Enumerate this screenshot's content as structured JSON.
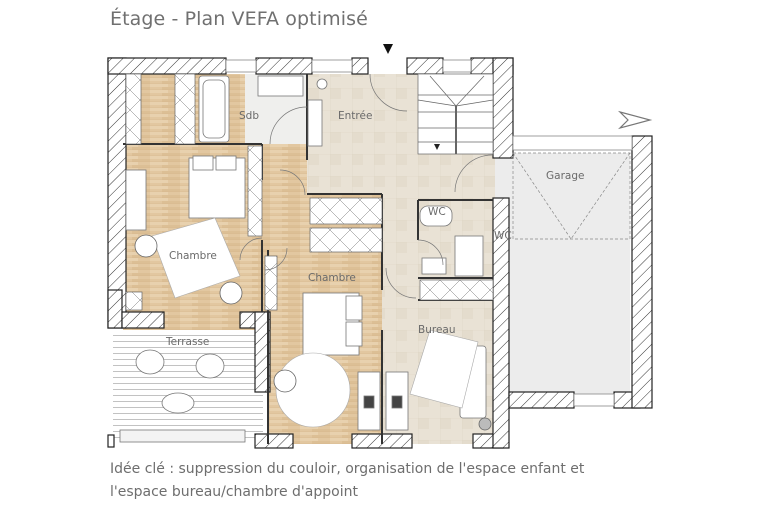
{
  "title": "Étage - Plan VEFA optimisé",
  "caption": {
    "line1": "Idée clé : suppression du couloir, organisation de l'espace enfant et",
    "line2": "l'espace bureau/chambre d'appoint"
  },
  "rooms": {
    "sdb": "Sdb",
    "entree": "Entrée",
    "garage": "Garage",
    "chambre1": "Chambre",
    "chambre2": "Chambre",
    "wc1": "WC",
    "wc2": "WC",
    "bureau": "Bureau",
    "terrasse": "Terrasse"
  },
  "icons": {
    "entrance_marker": "down-triangle",
    "north_arrow": "arrow-right"
  },
  "colors": {
    "wood_floor": "#e3c9a4",
    "tile_floor": "#e8e1d4",
    "bath_floor": "#eeeeec",
    "garage_floor": "#ececec",
    "wall_stroke": "#222222",
    "text": "#6b6b6b"
  }
}
